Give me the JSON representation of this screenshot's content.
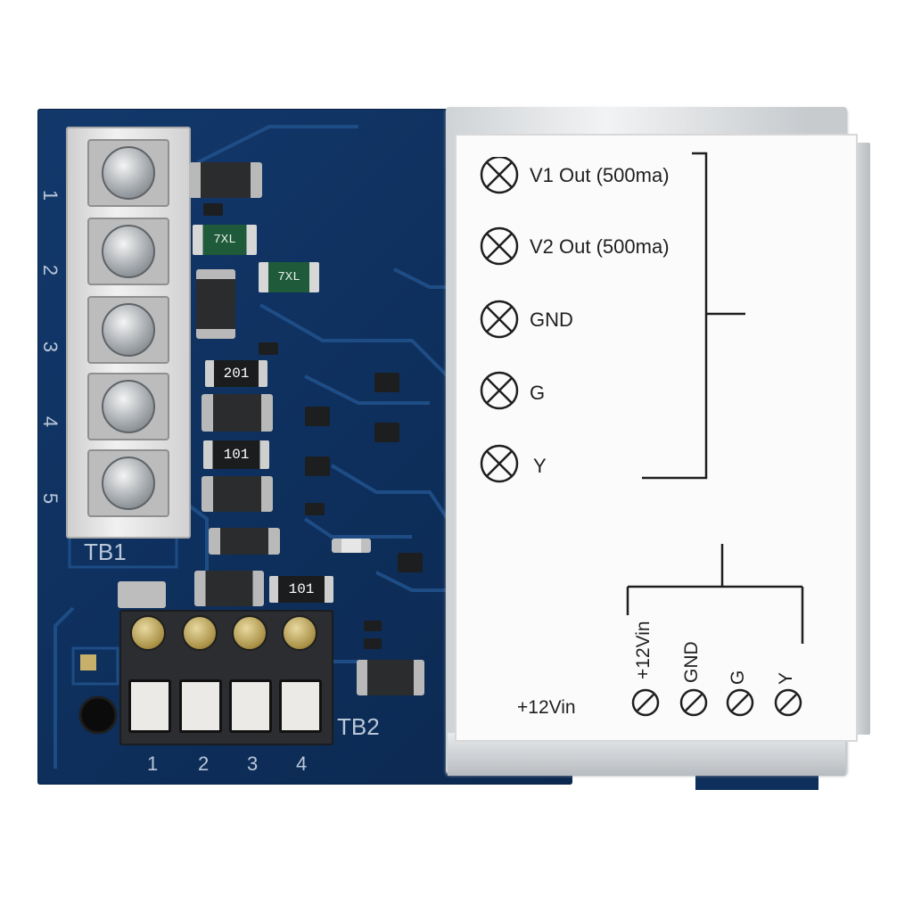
{
  "silkscreen": {
    "tb1_label": "TB1",
    "tb2_label": "TB2",
    "tb1_pins": [
      "1",
      "2",
      "3",
      "4",
      "5"
    ],
    "tb2_pins": [
      "1",
      "2",
      "3",
      "4"
    ]
  },
  "components": {
    "res_201": "201",
    "res_101_a": "101",
    "res_101_b": "101",
    "fuse_a": "7XL",
    "fuse_b": "7XL"
  },
  "shield": {
    "outputs": [
      {
        "label": "V1 Out (500ma)"
      },
      {
        "label": "V2 Out (500ma)"
      },
      {
        "label": "GND"
      },
      {
        "label": "G"
      },
      {
        "label": "Y"
      }
    ],
    "inputs": [
      "+12Vin",
      "GND",
      "G",
      "Y"
    ],
    "supply_label": "+12Vin"
  },
  "colors": {
    "pcb": "#12386b",
    "silkscreen": "#b9c7d8",
    "shield": "#f2f3f4",
    "ink": "#1f1f1f"
  }
}
